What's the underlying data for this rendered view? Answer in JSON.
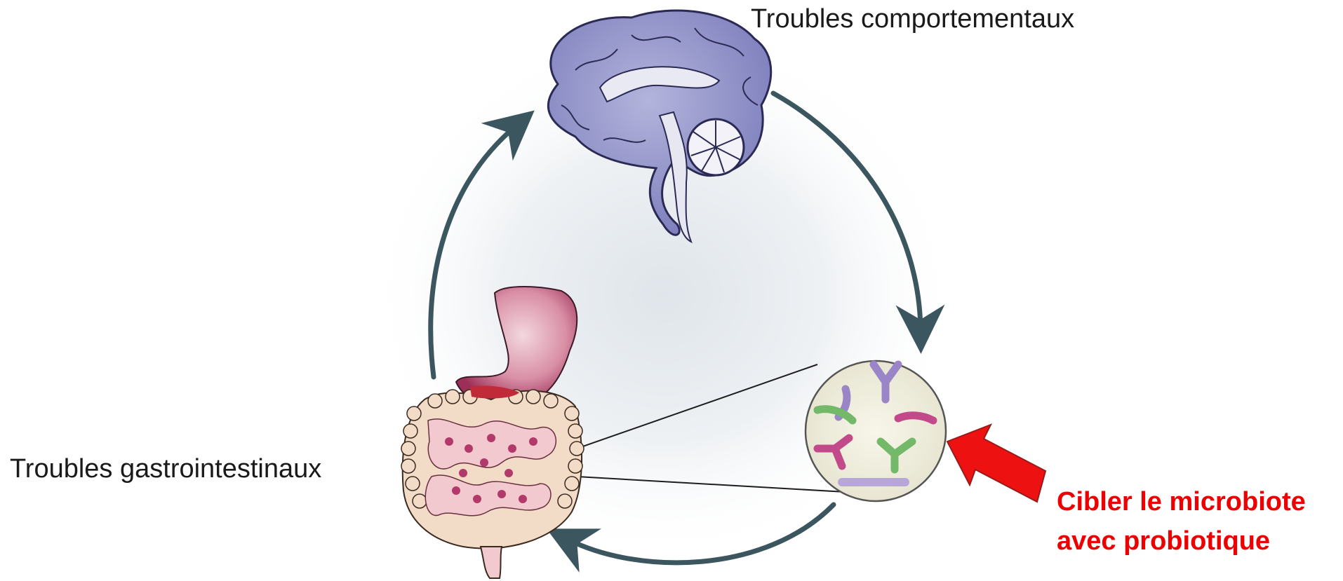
{
  "labels": {
    "behavioral": "Troubles comportementaux",
    "gastrointestinal": "Troubles gastrointestinaux",
    "target_line1": "Cibler le microbiote",
    "target_line2": "avec probiotique"
  },
  "colors": {
    "cycle_arrow": "#3c5660",
    "brain": "#8c8cc4",
    "target_text": "#ee0000",
    "pointer_arrow": "#ee1111",
    "microbe_purple": "#9a86c6",
    "microbe_green": "#74b86a",
    "microbe_magenta": "#c24a8a"
  },
  "icons": [
    "brain-illustration",
    "gut-illustration",
    "microbiota-magnifier",
    "pointer-arrow"
  ]
}
